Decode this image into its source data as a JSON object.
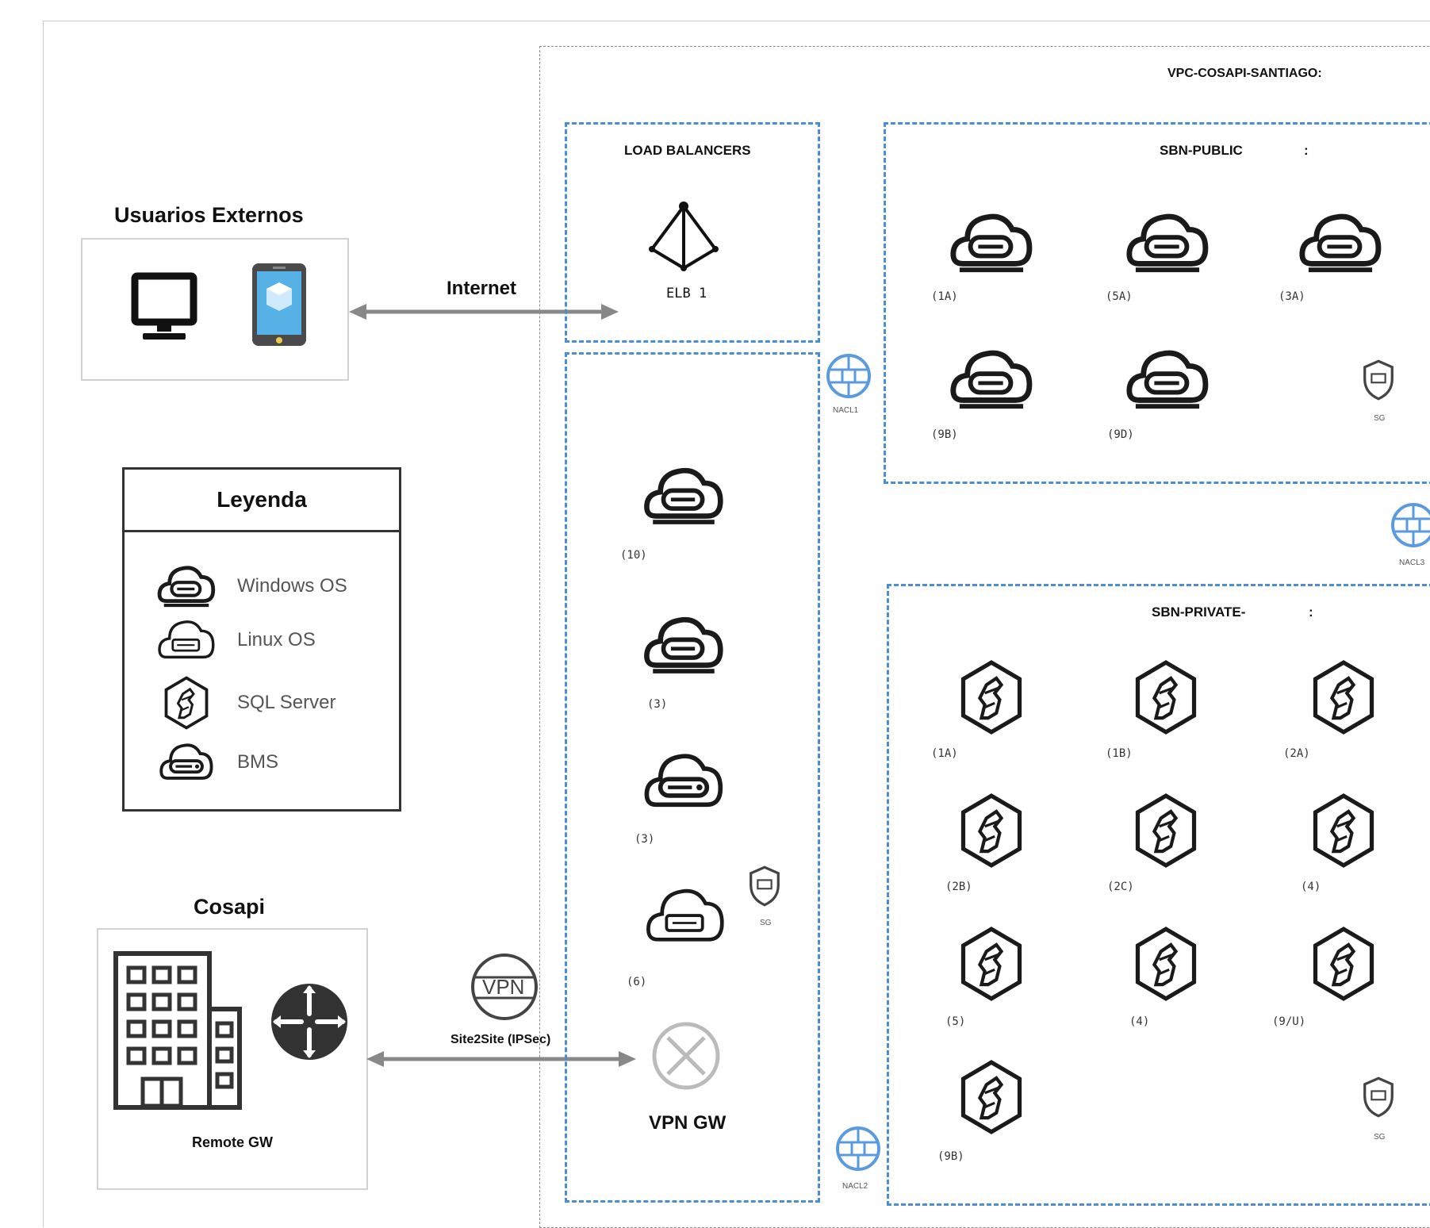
{
  "external_users": {
    "title": "Usuarios Externos"
  },
  "internet": {
    "label": "Internet"
  },
  "legend": {
    "title": "Leyenda",
    "items": [
      {
        "label": "Windows OS",
        "icon": "windows-vm-icon"
      },
      {
        "label": "Linux OS",
        "icon": "linux-vm-icon"
      },
      {
        "label": "SQL Server",
        "icon": "sql-server-icon"
      },
      {
        "label": "BMS",
        "icon": "bms-icon"
      }
    ]
  },
  "cosapi": {
    "title": "Cosapi",
    "remote_gw": "Remote GW"
  },
  "vpn": {
    "tunnel_label": "Site2Site (IPSec)",
    "badge": "VPN",
    "gateway_label": "VPN GW"
  },
  "vpc": {
    "title": "VPC-COSAPI-SANTIAGO:"
  },
  "load_balancers": {
    "title": "LOAD BALANCERS",
    "elb": "ELB 1"
  },
  "left_subnet": {
    "labels": [
      "(10)",
      "(3)",
      "(3)",
      "(6)"
    ],
    "sg": "SG"
  },
  "public_subnet": {
    "title": "SBN-PUBLIC",
    "colon": ":",
    "labels": [
      "(1A)",
      "(5A)",
      "(3A)",
      "(9B)",
      "(9D)"
    ],
    "sg": "SG"
  },
  "private_subnet": {
    "title": "SBN-PRIVATE-",
    "colon": ":",
    "labels": [
      "(1A)",
      "(1B)",
      "(2A)",
      "(2B)",
      "(2C)",
      "(4)",
      "(5)",
      "(4)",
      "(9/U)",
      "(9B)"
    ],
    "sg": "SG"
  },
  "nacl": {
    "nacl1": "NACL1",
    "nacl2": "NACL2",
    "nacl3": "NACL3"
  },
  "colors": {
    "zone_border": "#4a8ed6",
    "icon_stroke": "#1a1a1a",
    "arrow": "#888888",
    "nacl": "#5a9be0"
  }
}
